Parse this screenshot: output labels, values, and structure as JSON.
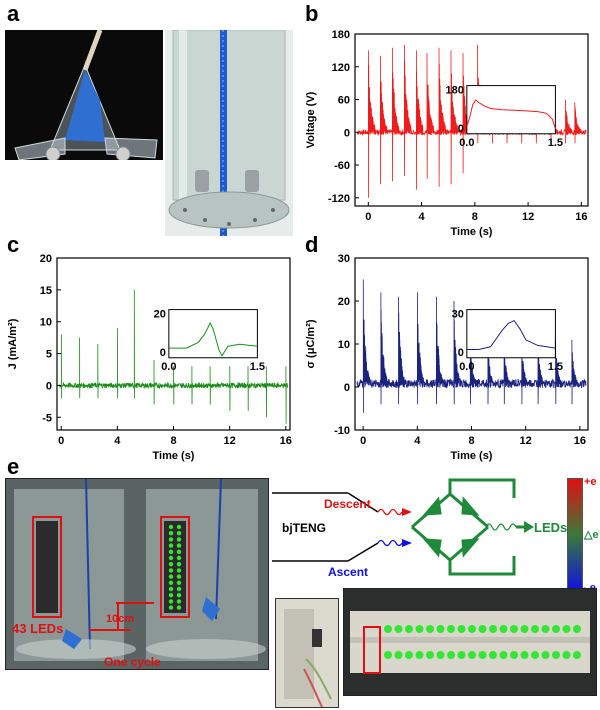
{
  "panel_labels": {
    "a": "a",
    "b": "b",
    "c": "c",
    "d": "d",
    "e": "e"
  },
  "chart_data": [
    {
      "id": "b",
      "type": "line",
      "xlabel": "Time (s)",
      "ylabel": "Voltage (V)",
      "xlim": [
        -1,
        16.5
      ],
      "ylim": [
        -135,
        180
      ],
      "xticks": [
        0,
        4,
        8,
        12,
        16
      ],
      "yticks": [
        -120,
        -60,
        0,
        60,
        120,
        180
      ],
      "xtick_labels": [
        "0",
        "4",
        "8",
        "12",
        "16"
      ],
      "ytick_labels": [
        "-120",
        "-60",
        "0",
        "60",
        "120",
        "180"
      ],
      "color": "#ee1c1c",
      "series": [
        {
          "x": [
            0,
            0.9,
            1.8,
            2.7,
            3.6,
            4.4,
            5.3,
            6.2,
            7.1,
            8.2,
            9.3,
            10.4,
            11.5,
            12.6,
            13.7,
            14.8,
            15.5
          ],
          "peaks": [
            150,
            140,
            155,
            160,
            150,
            145,
            155,
            150,
            145,
            160,
            60,
            60,
            60,
            60,
            60,
            60,
            55
          ],
          "troughs": [
            -120,
            -95,
            -90,
            -80,
            -105,
            -85,
            -100,
            -95,
            -75,
            -20,
            -20,
            -20,
            -20,
            -20,
            -20,
            -20,
            -20
          ]
        }
      ],
      "inset": {
        "xlim": [
          0,
          1.5
        ],
        "ylim": [
          -20,
          180
        ],
        "xtick_labels": [
          "0.0",
          "1.5"
        ],
        "ytick_labels": [
          "0",
          "180"
        ],
        "x": [
          0.0,
          0.05,
          0.1,
          0.15,
          0.2,
          0.3,
          0.4,
          0.6,
          0.8,
          1.0,
          1.2,
          1.35,
          1.45,
          1.5
        ],
        "y": [
          10,
          50,
          100,
          120,
          110,
          95,
          85,
          80,
          78,
          75,
          72,
          65,
          40,
          0
        ]
      }
    },
    {
      "id": "c",
      "type": "line",
      "xlabel": "Time (s)",
      "ylabel": "J (mA/m²)",
      "xlim": [
        -0.3,
        16.3
      ],
      "ylim": [
        -7,
        20
      ],
      "xticks": [
        0,
        4,
        8,
        12,
        16
      ],
      "yticks": [
        -5,
        0,
        5,
        10,
        15,
        20
      ],
      "xtick_labels": [
        "0",
        "4",
        "8",
        "12",
        "16"
      ],
      "ytick_labels": [
        "-5",
        "0",
        "5",
        "10",
        "15",
        "20"
      ],
      "color": "#1a8c1a",
      "series": [
        {
          "x": [
            0,
            1.3,
            2.6,
            4.0,
            5.2,
            6.6,
            8.0,
            9.3,
            10.6,
            12.0,
            13.3,
            14.6,
            16.0
          ],
          "peaks": [
            8,
            7.5,
            6.5,
            9,
            15,
            4,
            3,
            3,
            3,
            3,
            3,
            3,
            3
          ],
          "troughs": [
            -2,
            -2,
            -2,
            -2,
            -2,
            -3,
            -3,
            -3,
            -3,
            -4,
            -4,
            -5,
            -6
          ]
        }
      ],
      "inset": {
        "xlim": [
          0,
          1.5
        ],
        "ylim": [
          -5,
          20
        ],
        "xtick_labels": [
          "0.0",
          "1.5"
        ],
        "ytick_labels": [
          "0",
          "20"
        ],
        "x": [
          0.0,
          0.3,
          0.5,
          0.6,
          0.7,
          0.75,
          0.85,
          0.9,
          1.0,
          1.2,
          1.5
        ],
        "y": [
          0,
          0,
          3,
          7,
          13,
          10,
          -1,
          -4,
          1,
          2,
          1
        ]
      }
    },
    {
      "id": "d",
      "type": "line",
      "xlabel": "Time (s)",
      "ylabel": "σ (μC/m²)",
      "xlim": [
        -0.6,
        16.6
      ],
      "ylim": [
        -10,
        30
      ],
      "xticks": [
        0,
        4,
        8,
        12,
        16
      ],
      "yticks": [
        -10,
        0,
        10,
        20,
        30
      ],
      "xtick_labels": [
        "0",
        "4",
        "8",
        "12",
        "16"
      ],
      "ytick_labels": [
        "-10",
        "0",
        "10",
        "20",
        "30"
      ],
      "color": "#1a237e",
      "series": [
        {
          "x": [
            0,
            1.3,
            2.6,
            4.0,
            5.4,
            6.7,
            7.9,
            9.2,
            10.4,
            11.7,
            12.9,
            14.2,
            15.4
          ],
          "peaks": [
            25,
            22,
            21,
            22,
            21,
            20,
            11,
            11,
            11,
            11,
            11,
            11,
            11
          ],
          "troughs": [
            -6,
            -4,
            -4,
            -4,
            -4,
            -4,
            -4,
            -4,
            -4,
            -4,
            -4,
            -4,
            -4
          ]
        }
      ],
      "inset": {
        "xlim": [
          0,
          1.5
        ],
        "ylim": [
          -5,
          30
        ],
        "xtick_labels": [
          "0.0",
          "1.5"
        ],
        "ytick_labels": [
          "0",
          "30"
        ],
        "x": [
          0.0,
          0.2,
          0.4,
          0.5,
          0.6,
          0.7,
          0.8,
          0.9,
          1.0,
          1.2,
          1.5
        ],
        "y": [
          1,
          1,
          3,
          9,
          15,
          20,
          22,
          16,
          8,
          4,
          2
        ]
      }
    }
  ],
  "panel_a": {
    "photo_left": {
      "bg": "#0a0a0a",
      "fabric_color": "#2f6fd1"
    },
    "photo_right": {
      "bg": "#e6ece9",
      "rope_color": "#1e5bd3"
    }
  },
  "panel_e": {
    "photo_labels": {
      "leds": "43 LEDs",
      "distance": "10cm",
      "cycle": "One cycle"
    },
    "label_color": "#e01010",
    "led_color": "#33e633",
    "circuit": {
      "descent": "Descent",
      "ascent": "Ascent",
      "source": "bjTENG",
      "output": "LEDs",
      "descent_color": "#e01010",
      "ascent_color": "#1010e0",
      "bridge_color": "#1f8a3a"
    },
    "colorbar": {
      "top": "+e",
      "middle": "△e",
      "bottom": "- e",
      "top_color": "#e01010",
      "middle_color": "#1f8a3a",
      "bottom_color": "#1010e0"
    }
  }
}
